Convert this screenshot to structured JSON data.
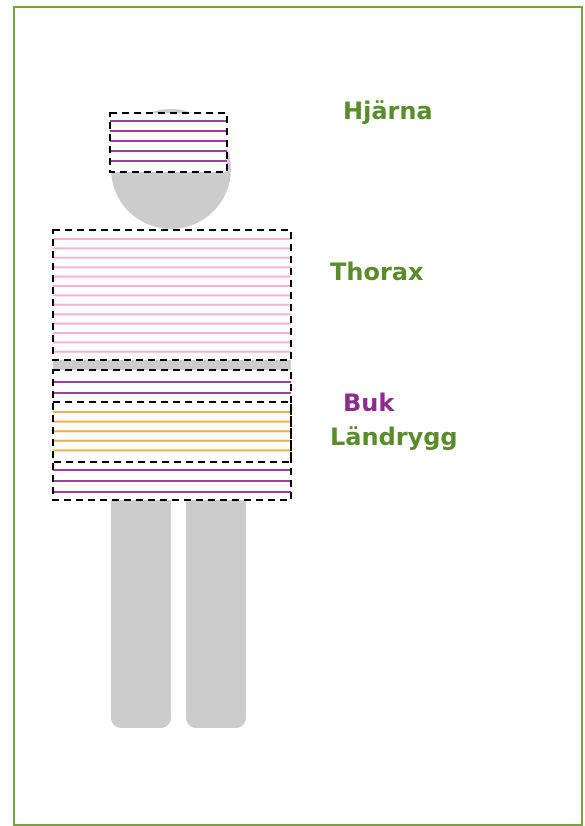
{
  "colors": {
    "frame_border": "#77a33a",
    "body_fill": "#cccccc",
    "label_green": "#5a8c2b",
    "label_purple": "#8e2c8e",
    "line_purple": "#9b3fa3",
    "line_pink": "#f6b2d6",
    "line_orange": "#f0ae4f",
    "dash_border": "#000000"
  },
  "labels": {
    "brain": "Hjärna",
    "thorax": "Thorax",
    "abdomen": "Buk",
    "lumbar": "Ländrygg"
  },
  "regions": [
    {
      "name": "brain",
      "line_color": "purple"
    },
    {
      "name": "thorax",
      "line_color": "pink"
    },
    {
      "name": "abdomen",
      "line_color": "purple"
    },
    {
      "name": "lumbar",
      "line_color": "orange"
    }
  ]
}
